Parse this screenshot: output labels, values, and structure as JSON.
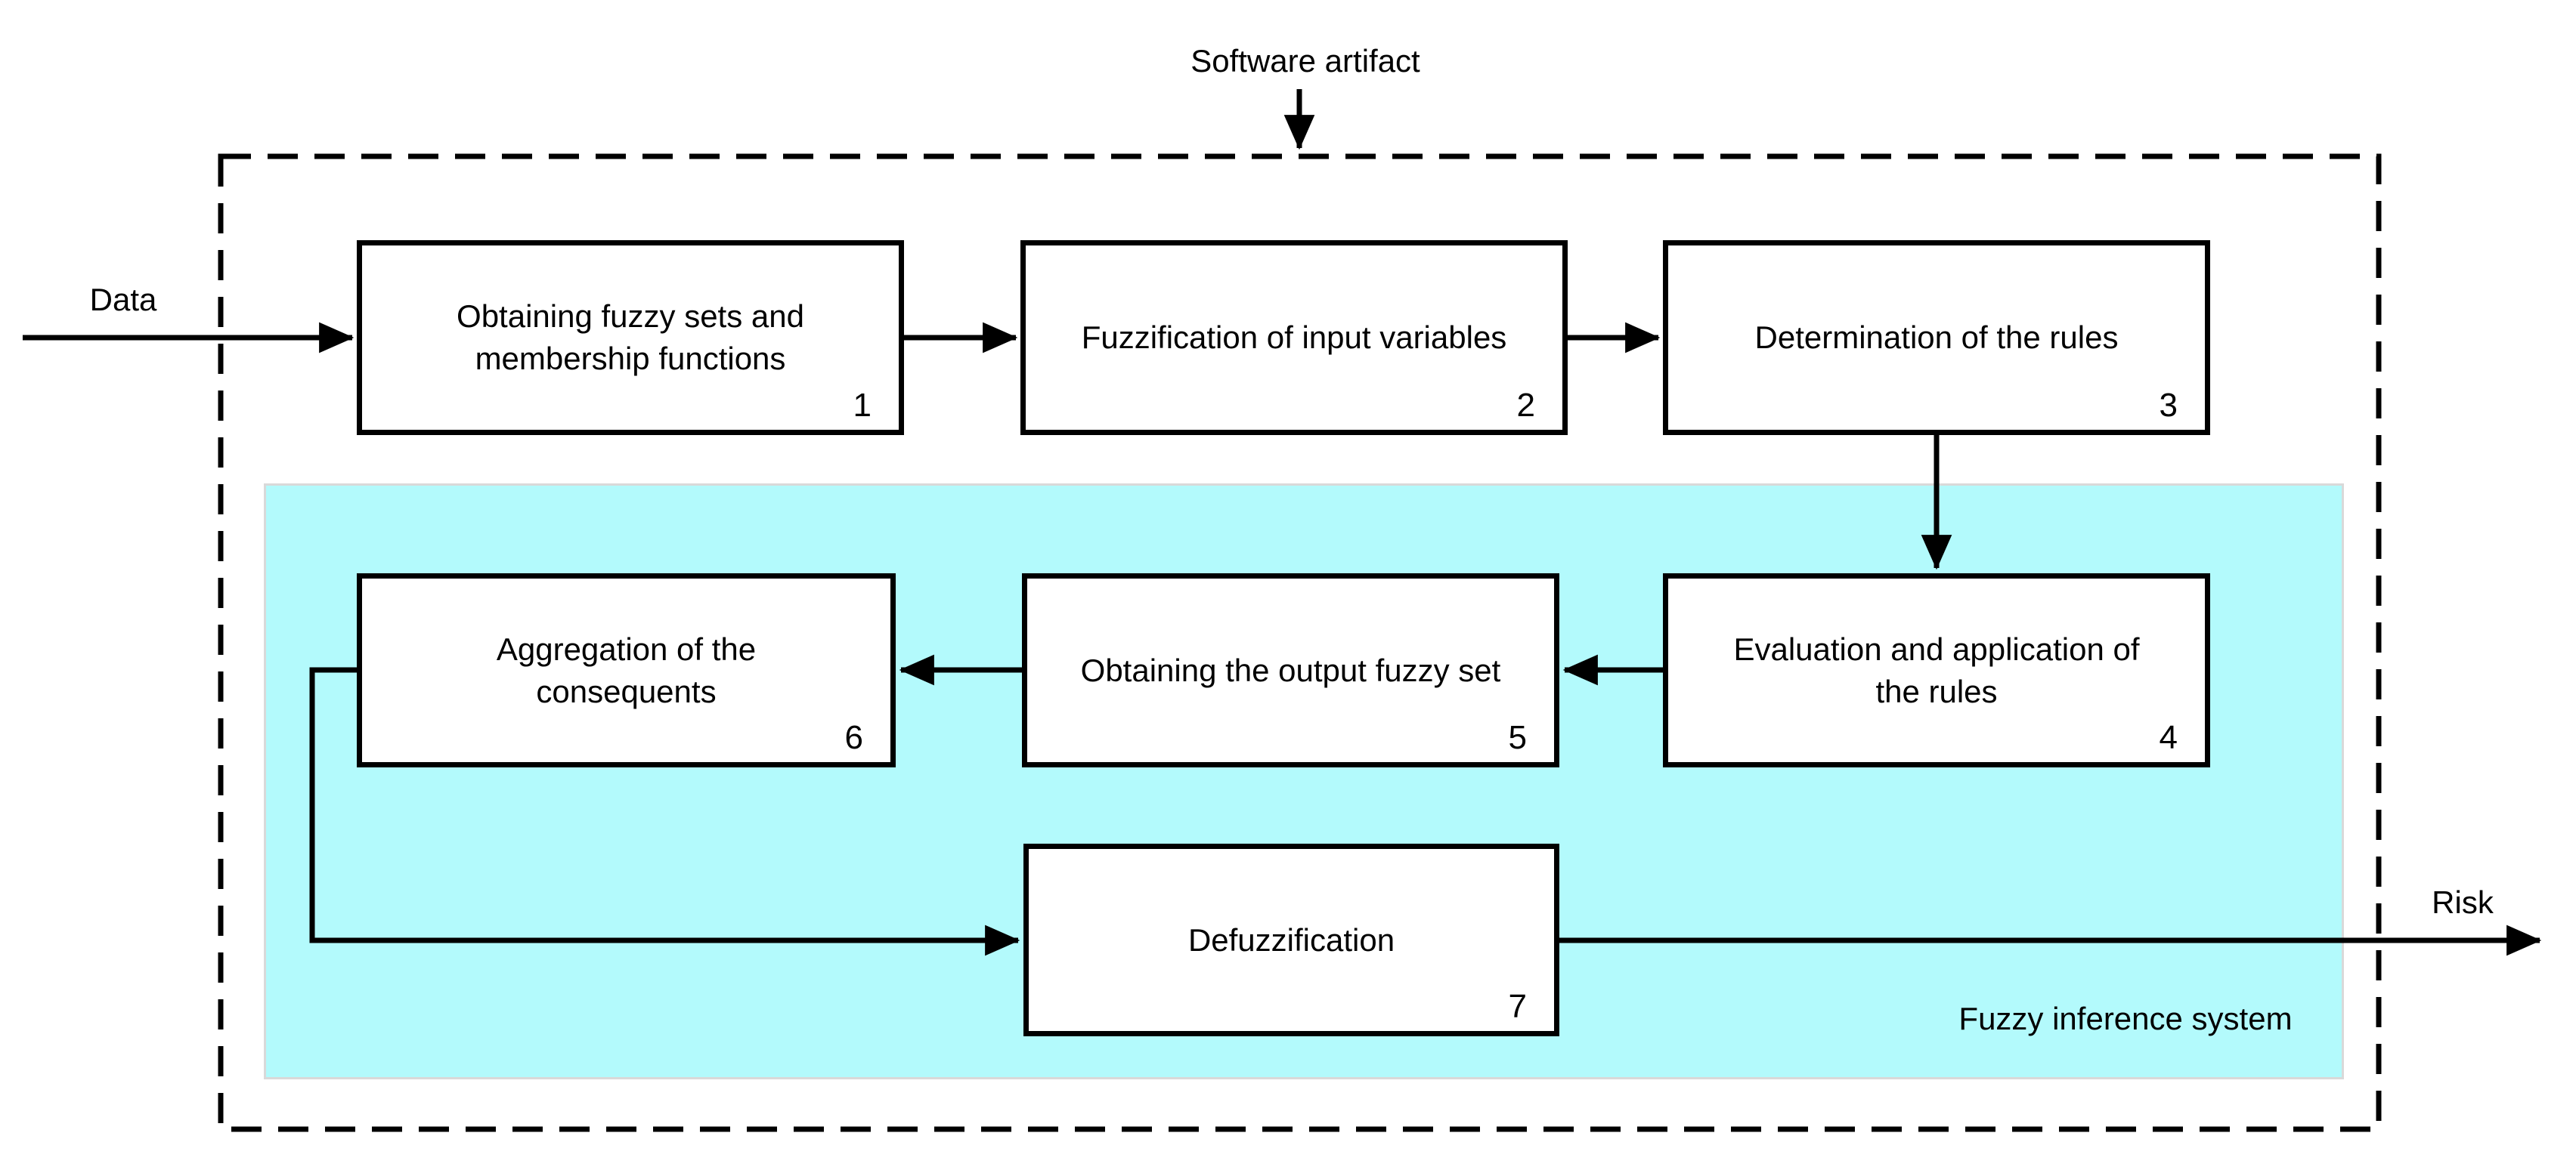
{
  "diagram": {
    "title_label": "Software artifact",
    "input_label": "Data",
    "output_label": "Risk",
    "region_label": "Fuzzy inference system",
    "boxes": [
      {
        "number": "1",
        "label": "Obtaining fuzzy sets and\nmembership functions"
      },
      {
        "number": "2",
        "label": "Fuzzification of input variables"
      },
      {
        "number": "3",
        "label": "Determination of the rules"
      },
      {
        "number": "4",
        "label": "Evaluation and application of\nthe rules"
      },
      {
        "number": "5",
        "label": "Obtaining the output fuzzy set"
      },
      {
        "number": "6",
        "label": "Aggregation of the\nconsequents"
      },
      {
        "number": "7",
        "label": "Defuzzification"
      }
    ],
    "colors": {
      "line": "#000000",
      "region_fill": "#b3fafc",
      "region_border": "#d9d9d9",
      "box_fill": "#ffffff"
    }
  }
}
